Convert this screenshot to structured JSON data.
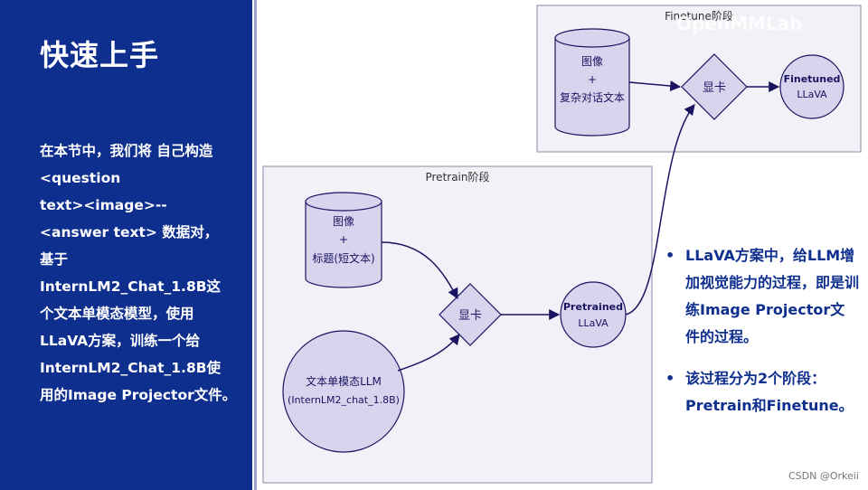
{
  "title": "快速上手",
  "left_text": "在本节中，我们将 自己构造\n<question\ntext><image>--\n<answer text> 数据对，\n基于\nInternLM2_Chat_1.8B这\n个文本单模态模型，使用\nLLaVA方案，训练一个给\nInternLM2_Chat_1.8B使\n用的Image Projector文件。",
  "diagram": {
    "pretrain_label": "Pretrain阶段",
    "finetune_label": "Finetune阶段",
    "pretrain_db": [
      "图像",
      "+",
      "标题(短文本)"
    ],
    "finetune_db": [
      "图像",
      "+",
      "复杂对话文本"
    ],
    "llm_circle": [
      "文本单模态LLM",
      "(InternLM2_chat_1.8B)"
    ],
    "gpu_label": "显卡",
    "pretrained": [
      "Pretrained",
      "LLaVA"
    ],
    "finetuned": [
      "Finetuned",
      "LLaVA"
    ],
    "overlay": "OpenMMLab"
  },
  "bullets": [
    "LLaVA方案中，给LLM增加视觉能力的过程，即是训练Image Projector文件的过程。",
    "该过程分为2个阶段：Pretrain和Finetune。"
  ],
  "watermark": "CSDN @Orkeii",
  "colors": {
    "panel": "#0f2f8f",
    "node_fill": "#d8d4ee",
    "node_stroke": "#1a1360",
    "box_fill": "#f1f1f7",
    "arrow": "#1a1360"
  }
}
